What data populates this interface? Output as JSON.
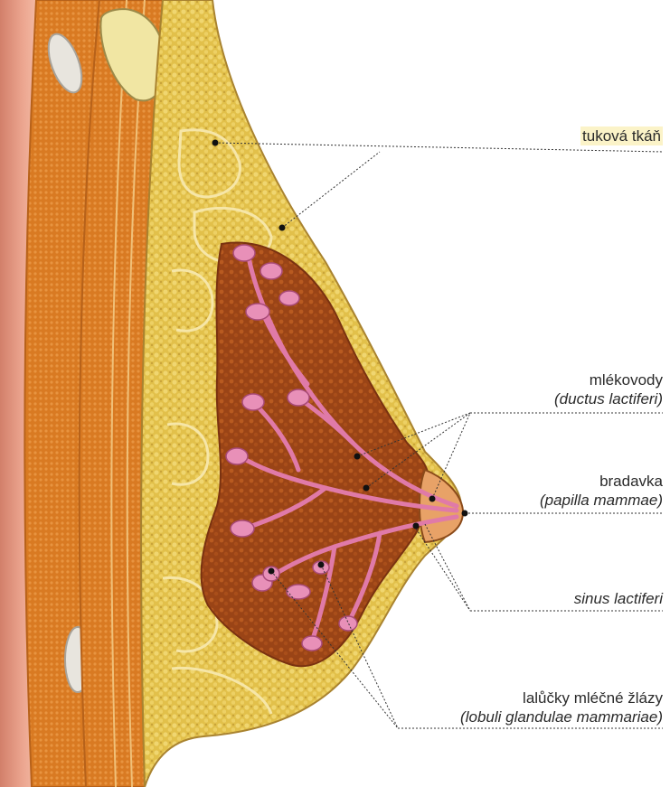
{
  "labels": {
    "fat": {
      "name": "tuková tkáň"
    },
    "ducts": {
      "name": "mlékovody",
      "latin": "(ductus lactiferi)"
    },
    "nipple": {
      "name": "bradavka",
      "latin": "(papilla mammae)"
    },
    "sinus": {
      "latin": "sinus lactiferi"
    },
    "lobules": {
      "name": "lalůčky mléčné žlázy",
      "latin": "(lobuli glandulae mammariae)"
    }
  },
  "colors": {
    "fat": "#e2c04a",
    "fat_light": "#f0d870",
    "muscle": "#d9731f",
    "gland": "#8a3a12",
    "duct": "#d86aa0",
    "body": "#e7a08c",
    "rib": "#e6e3dc",
    "leader": "#333333"
  }
}
